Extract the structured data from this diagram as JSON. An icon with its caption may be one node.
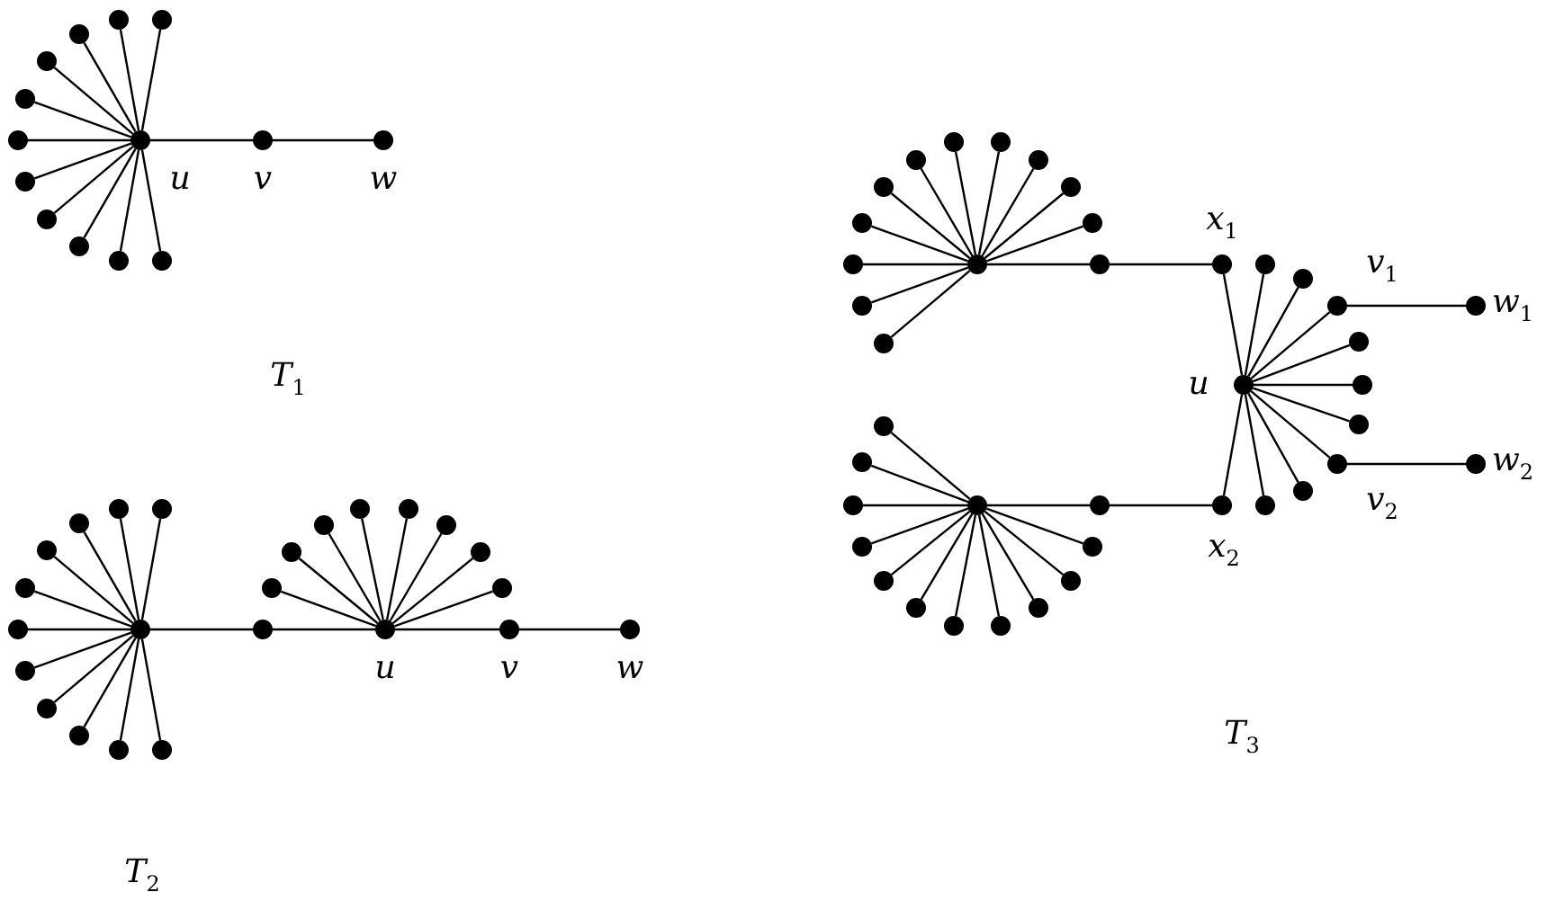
{
  "diagram": {
    "nodes": [
      {
        "text": [],
        "shape": "circle",
        "beside": [
          "u"
        ]
      },
      {
        "text": [],
        "shape": "circle"
      },
      {
        "text": [],
        "shape": "circle"
      },
      {
        "text": [],
        "shape": "circle"
      },
      {
        "text": [],
        "shape": "circle"
      },
      {
        "text": [],
        "shape": "circle"
      },
      {
        "text": [],
        "shape": "circle"
      },
      {
        "text": [],
        "shape": "circle"
      },
      {
        "text": [],
        "shape": "circle"
      },
      {
        "text": [],
        "shape": "circle"
      },
      {
        "text": [],
        "shape": "circle"
      },
      {
        "text": [],
        "shape": "circle"
      },
      {
        "text": [],
        "shape": "circle",
        "beside": [
          "v"
        ]
      },
      {
        "text": [],
        "shape": "circle",
        "beside": [
          "w"
        ]
      },
      {
        "text": [],
        "shape": "circle"
      },
      {
        "text": [],
        "shape": "circle"
      },
      {
        "text": [],
        "shape": "circle"
      },
      {
        "text": [],
        "shape": "circle"
      },
      {
        "text": [],
        "shape": "circle"
      },
      {
        "text": [],
        "shape": "circle"
      },
      {
        "text": [],
        "shape": "circle"
      },
      {
        "text": [],
        "shape": "circle"
      },
      {
        "text": [],
        "shape": "circle"
      },
      {
        "text": [],
        "shape": "circle"
      },
      {
        "text": [],
        "shape": "circle"
      },
      {
        "text": [],
        "shape": "circle"
      },
      {
        "text": [],
        "shape": "circle"
      },
      {
        "text": [],
        "shape": "circle",
        "beside": [
          "u"
        ]
      },
      {
        "text": [],
        "shape": "circle"
      },
      {
        "text": [],
        "shape": "circle"
      },
      {
        "text": [],
        "shape": "circle"
      },
      {
        "text": [],
        "shape": "circle"
      },
      {
        "text": [],
        "shape": "circle"
      },
      {
        "text": [],
        "shape": "circle"
      },
      {
        "text": [],
        "shape": "circle"
      },
      {
        "text": [],
        "shape": "circle"
      },
      {
        "text": [],
        "shape": "circle",
        "beside": [
          "v"
        ]
      },
      {
        "text": [],
        "shape": "circle",
        "beside": [
          "w"
        ]
      },
      {
        "text": [],
        "shape": "circle"
      },
      {
        "text": [],
        "shape": "circle"
      },
      {
        "text": [],
        "shape": "circle"
      },
      {
        "text": [],
        "shape": "circle"
      },
      {
        "text": [],
        "shape": "circle"
      },
      {
        "text": [],
        "shape": "circle"
      },
      {
        "text": [],
        "shape": "circle"
      },
      {
        "text": [],
        "shape": "circle"
      },
      {
        "text": [],
        "shape": "circle"
      },
      {
        "text": [],
        "shape": "circle"
      },
      {
        "text": [],
        "shape": "circle"
      },
      {
        "text": [],
        "shape": "circle"
      },
      {
        "text": [],
        "shape": "circle"
      },
      {
        "text": [],
        "shape": "circle",
        "beside": [
          "x$_{1}$"
        ]
      },
      {
        "text": [],
        "shape": "circle"
      },
      {
        "text": [],
        "shape": "circle"
      },
      {
        "text": [],
        "shape": "circle"
      },
      {
        "text": [],
        "shape": "circle"
      },
      {
        "text": [],
        "shape": "circle"
      },
      {
        "text": [],
        "shape": "circle"
      },
      {
        "text": [],
        "shape": "circle"
      },
      {
        "text": [],
        "shape": "circle"
      },
      {
        "text": [],
        "shape": "circle"
      },
      {
        "text": [],
        "shape": "circle"
      },
      {
        "text": [],
        "shape": "circle"
      },
      {
        "text": [],
        "shape": "circle"
      },
      {
        "text": [],
        "shape": "circle"
      },
      {
        "text": [],
        "shape": "circle",
        "beside": [
          "x$_{2}$"
        ]
      },
      {
        "text": [],
        "shape": "circle",
        "beside": [
          "u"
        ]
      },
      {
        "text": [],
        "shape": "circle"
      },
      {
        "text": [],
        "shape": "circle"
      },
      {
        "text": [],
        "shape": "circle",
        "beside": [
          "v$_{1}$"
        ]
      },
      {
        "text": [],
        "shape": "circle"
      },
      {
        "text": [],
        "shape": "circle"
      },
      {
        "text": [],
        "shape": "circle"
      },
      {
        "text": [],
        "shape": "circle",
        "beside": [
          "v$_{2}$"
        ]
      },
      {
        "text": [],
        "shape": "circle"
      },
      {
        "text": [],
        "shape": "circle"
      },
      {
        "text": [],
        "shape": "circle",
        "beside": [
          "w$_{1}$"
        ]
      },
      {
        "text": [],
        "shape": "circle",
        "beside": [
          "w$_{2}$"
        ]
      }
    ],
    "edges": [
      {
        "from": 0,
        "to": 1,
        "arrow": "none"
      },
      {
        "from": 0,
        "to": 2,
        "arrow": "none"
      },
      {
        "from": 0,
        "to": 3,
        "arrow": "none"
      },
      {
        "from": 0,
        "to": 4,
        "arrow": "none"
      },
      {
        "from": 0,
        "to": 5,
        "arrow": "none"
      },
      {
        "from": 0,
        "to": 6,
        "arrow": "none"
      },
      {
        "from": 0,
        "to": 7,
        "arrow": "none"
      },
      {
        "from": 0,
        "to": 8,
        "arrow": "none"
      },
      {
        "from": 0,
        "to": 9,
        "arrow": "none"
      },
      {
        "from": 0,
        "to": 10,
        "arrow": "none"
      },
      {
        "from": 0,
        "to": 11,
        "arrow": "none"
      },
      {
        "from": 0,
        "to": 12,
        "arrow": "none"
      },
      {
        "from": 12,
        "to": 13,
        "arrow": "none"
      },
      {
        "from": 14,
        "to": 15,
        "arrow": "none"
      },
      {
        "from": 14,
        "to": 16,
        "arrow": "none"
      },
      {
        "from": 14,
        "to": 17,
        "arrow": "none"
      },
      {
        "from": 14,
        "to": 18,
        "arrow": "none"
      },
      {
        "from": 14,
        "to": 19,
        "arrow": "none"
      },
      {
        "from": 14,
        "to": 20,
        "arrow": "none"
      },
      {
        "from": 14,
        "to": 21,
        "arrow": "none"
      },
      {
        "from": 14,
        "to": 22,
        "arrow": "none"
      },
      {
        "from": 14,
        "to": 23,
        "arrow": "none"
      },
      {
        "from": 14,
        "to": 24,
        "arrow": "none"
      },
      {
        "from": 14,
        "to": 25,
        "arrow": "none"
      },
      {
        "from": 14,
        "to": 26,
        "arrow": "none"
      },
      {
        "from": 26,
        "to": 27,
        "arrow": "none"
      },
      {
        "from": 27,
        "to": 28,
        "arrow": "none"
      },
      {
        "from": 27,
        "to": 29,
        "arrow": "none"
      },
      {
        "from": 27,
        "to": 30,
        "arrow": "none"
      },
      {
        "from": 27,
        "to": 31,
        "arrow": "none"
      },
      {
        "from": 27,
        "to": 32,
        "arrow": "none"
      },
      {
        "from": 27,
        "to": 33,
        "arrow": "none"
      },
      {
        "from": 27,
        "to": 34,
        "arrow": "none"
      },
      {
        "from": 27,
        "to": 35,
        "arrow": "none"
      },
      {
        "from": 27,
        "to": 36,
        "arrow": "none"
      },
      {
        "from": 36,
        "to": 37,
        "arrow": "none"
      },
      {
        "from": 38,
        "to": 39,
        "arrow": "none"
      },
      {
        "from": 38,
        "to": 40,
        "arrow": "none"
      },
      {
        "from": 38,
        "to": 41,
        "arrow": "none"
      },
      {
        "from": 38,
        "to": 42,
        "arrow": "none"
      },
      {
        "from": 38,
        "to": 43,
        "arrow": "none"
      },
      {
        "from": 38,
        "to": 44,
        "arrow": "none"
      },
      {
        "from": 38,
        "to": 45,
        "arrow": "none"
      },
      {
        "from": 38,
        "to": 46,
        "arrow": "none"
      },
      {
        "from": 38,
        "to": 47,
        "arrow": "none"
      },
      {
        "from": 38,
        "to": 48,
        "arrow": "none"
      },
      {
        "from": 38,
        "to": 49,
        "arrow": "none"
      },
      {
        "from": 38,
        "to": 50,
        "arrow": "none"
      },
      {
        "from": 50,
        "to": 51,
        "arrow": "none"
      },
      {
        "from": 52,
        "to": 53,
        "arrow": "none"
      },
      {
        "from": 52,
        "to": 54,
        "arrow": "none"
      },
      {
        "from": 52,
        "to": 55,
        "arrow": "none"
      },
      {
        "from": 52,
        "to": 56,
        "arrow": "none"
      },
      {
        "from": 52,
        "to": 57,
        "arrow": "none"
      },
      {
        "from": 52,
        "to": 58,
        "arrow": "none"
      },
      {
        "from": 52,
        "to": 59,
        "arrow": "none"
      },
      {
        "from": 52,
        "to": 60,
        "arrow": "none"
      },
      {
        "from": 52,
        "to": 61,
        "arrow": "none"
      },
      {
        "from": 52,
        "to": 62,
        "arrow": "none"
      },
      {
        "from": 52,
        "to": 63,
        "arrow": "none"
      },
      {
        "from": 52,
        "to": 64,
        "arrow": "none"
      },
      {
        "from": 64,
        "to": 65,
        "arrow": "none"
      },
      {
        "from": 66,
        "to": 51,
        "arrow": "none"
      },
      {
        "from": 66,
        "to": 67,
        "arrow": "none"
      },
      {
        "from": 66,
        "to": 68,
        "arrow": "none"
      },
      {
        "from": 66,
        "to": 69,
        "arrow": "none"
      },
      {
        "from": 66,
        "to": 70,
        "arrow": "none"
      },
      {
        "from": 66,
        "to": 71,
        "arrow": "none"
      },
      {
        "from": 66,
        "to": 72,
        "arrow": "none"
      },
      {
        "from": 66,
        "to": 73,
        "arrow": "none"
      },
      {
        "from": 66,
        "to": 74,
        "arrow": "none"
      },
      {
        "from": 66,
        "to": 75,
        "arrow": "none"
      },
      {
        "from": 66,
        "to": 65,
        "arrow": "none"
      },
      {
        "from": 69,
        "to": 76,
        "arrow": "none"
      },
      {
        "from": 73,
        "to": 77,
        "arrow": "none"
      }
    ],
    "labels": [
      "T$_{1}$",
      "T$_{2}$",
      "T$_{3}$"
    ]
  }
}
